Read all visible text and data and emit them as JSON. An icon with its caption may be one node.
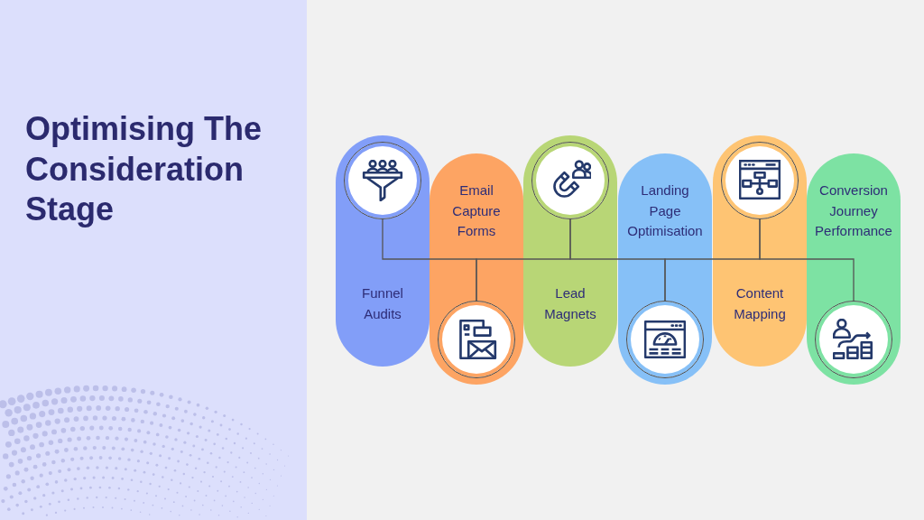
{
  "diagram": {
    "title": "Optimising The Consideration Stage",
    "nodes": [
      {
        "text": [
          "Funnel Audits"
        ]
      },
      {
        "text": [],
        "shape": "circle",
        "in": 0
      },
      {
        "text": [
          "Email Capture Forms"
        ]
      },
      {
        "text": [],
        "shape": "circle",
        "in": 2
      },
      {
        "text": [
          "Lead Magnets"
        ]
      },
      {
        "text": [],
        "shape": "circle",
        "in": 4
      },
      {
        "text": [
          "Landing Page Optimisation"
        ]
      },
      {
        "text": [],
        "shape": "circle",
        "in": 6
      },
      {
        "text": [
          "Content Mapping"
        ]
      },
      {
        "text": [],
        "shape": "circle",
        "in": 8
      },
      {
        "text": [
          "Conversion Journey Performance"
        ]
      },
      {
        "text": [],
        "shape": "circle",
        "in": 10
      }
    ],
    "edges": [
      {
        "from": 1,
        "to": 3,
        "arrow": "none"
      },
      {
        "from": 3,
        "to": 5,
        "arrow": "none"
      },
      {
        "from": 5,
        "to": 7,
        "arrow": "none"
      },
      {
        "from": 7,
        "to": 9,
        "arrow": "none"
      },
      {
        "from": 9,
        "to": 11,
        "arrow": "none"
      }
    ]
  }
}
